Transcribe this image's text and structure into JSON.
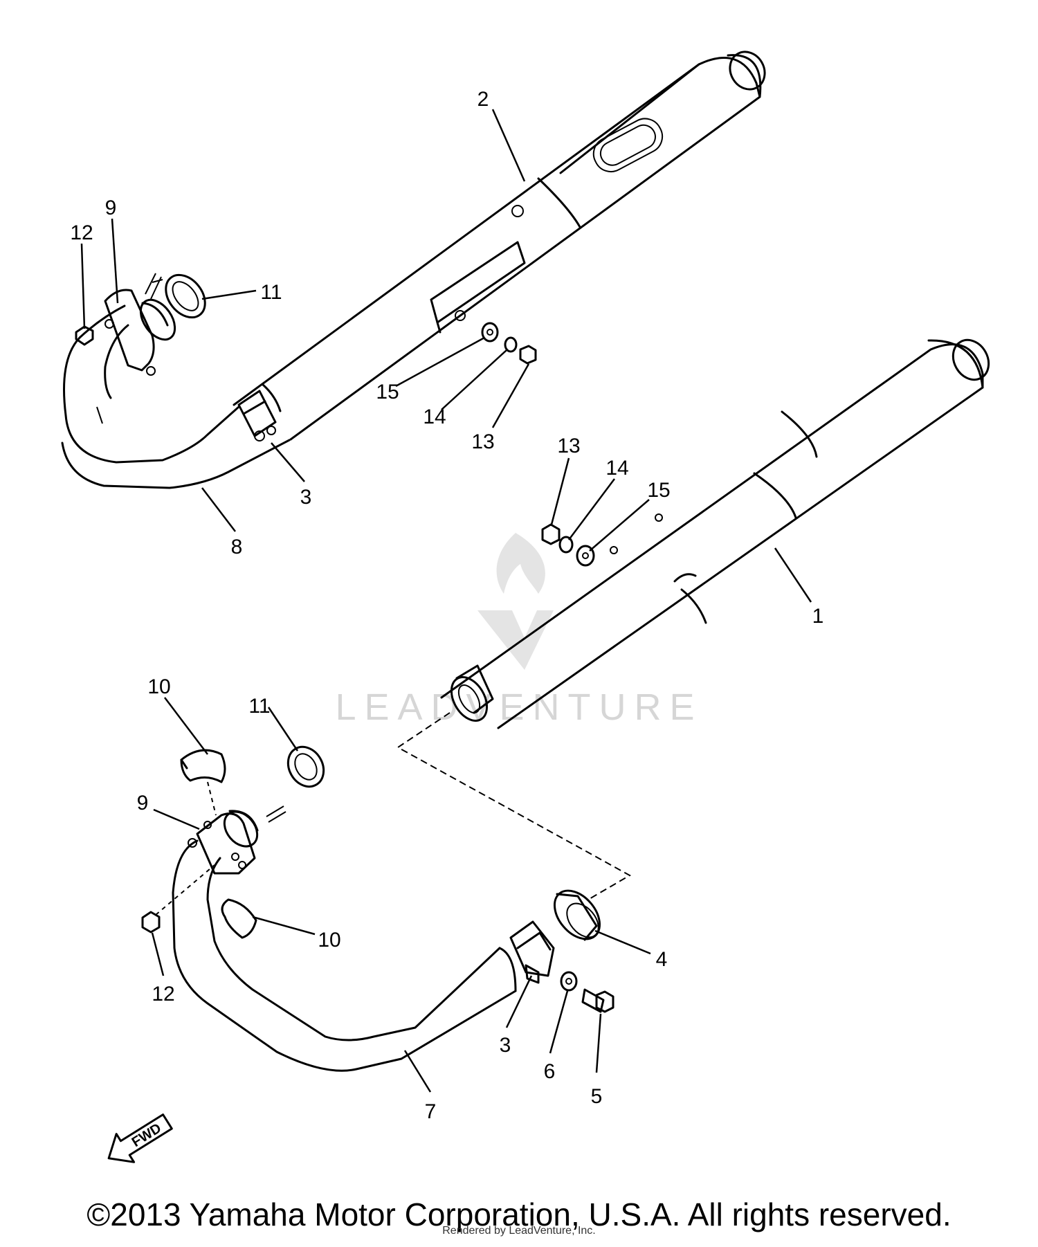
{
  "diagram": {
    "callouts": [
      {
        "id": "c2",
        "label": "2"
      },
      {
        "id": "c9a",
        "label": "9"
      },
      {
        "id": "c12a",
        "label": "12"
      },
      {
        "id": "c11a",
        "label": "11"
      },
      {
        "id": "c15a",
        "label": "15"
      },
      {
        "id": "c14a",
        "label": "14"
      },
      {
        "id": "c13a",
        "label": "13"
      },
      {
        "id": "c3a",
        "label": "3"
      },
      {
        "id": "c8",
        "label": "8"
      },
      {
        "id": "c13b",
        "label": "13"
      },
      {
        "id": "c14b",
        "label": "14"
      },
      {
        "id": "c15b",
        "label": "15"
      },
      {
        "id": "c1",
        "label": "1"
      },
      {
        "id": "c10a",
        "label": "10"
      },
      {
        "id": "c11b",
        "label": "11"
      },
      {
        "id": "c9b",
        "label": "9"
      },
      {
        "id": "c10b",
        "label": "10"
      },
      {
        "id": "c12b",
        "label": "12"
      },
      {
        "id": "c4",
        "label": "4"
      },
      {
        "id": "c3b",
        "label": "3"
      },
      {
        "id": "c6",
        "label": "6"
      },
      {
        "id": "c5",
        "label": "5"
      },
      {
        "id": "c7",
        "label": "7"
      }
    ],
    "fwd_arrow_label": "FWD",
    "watermark_text": "LEADVENTURE"
  },
  "footer": {
    "copyright": "©2013 Yamaha Motor Corporation, U.S.A. All rights reserved.",
    "notice": "Rendered by LeadVenture, Inc."
  }
}
